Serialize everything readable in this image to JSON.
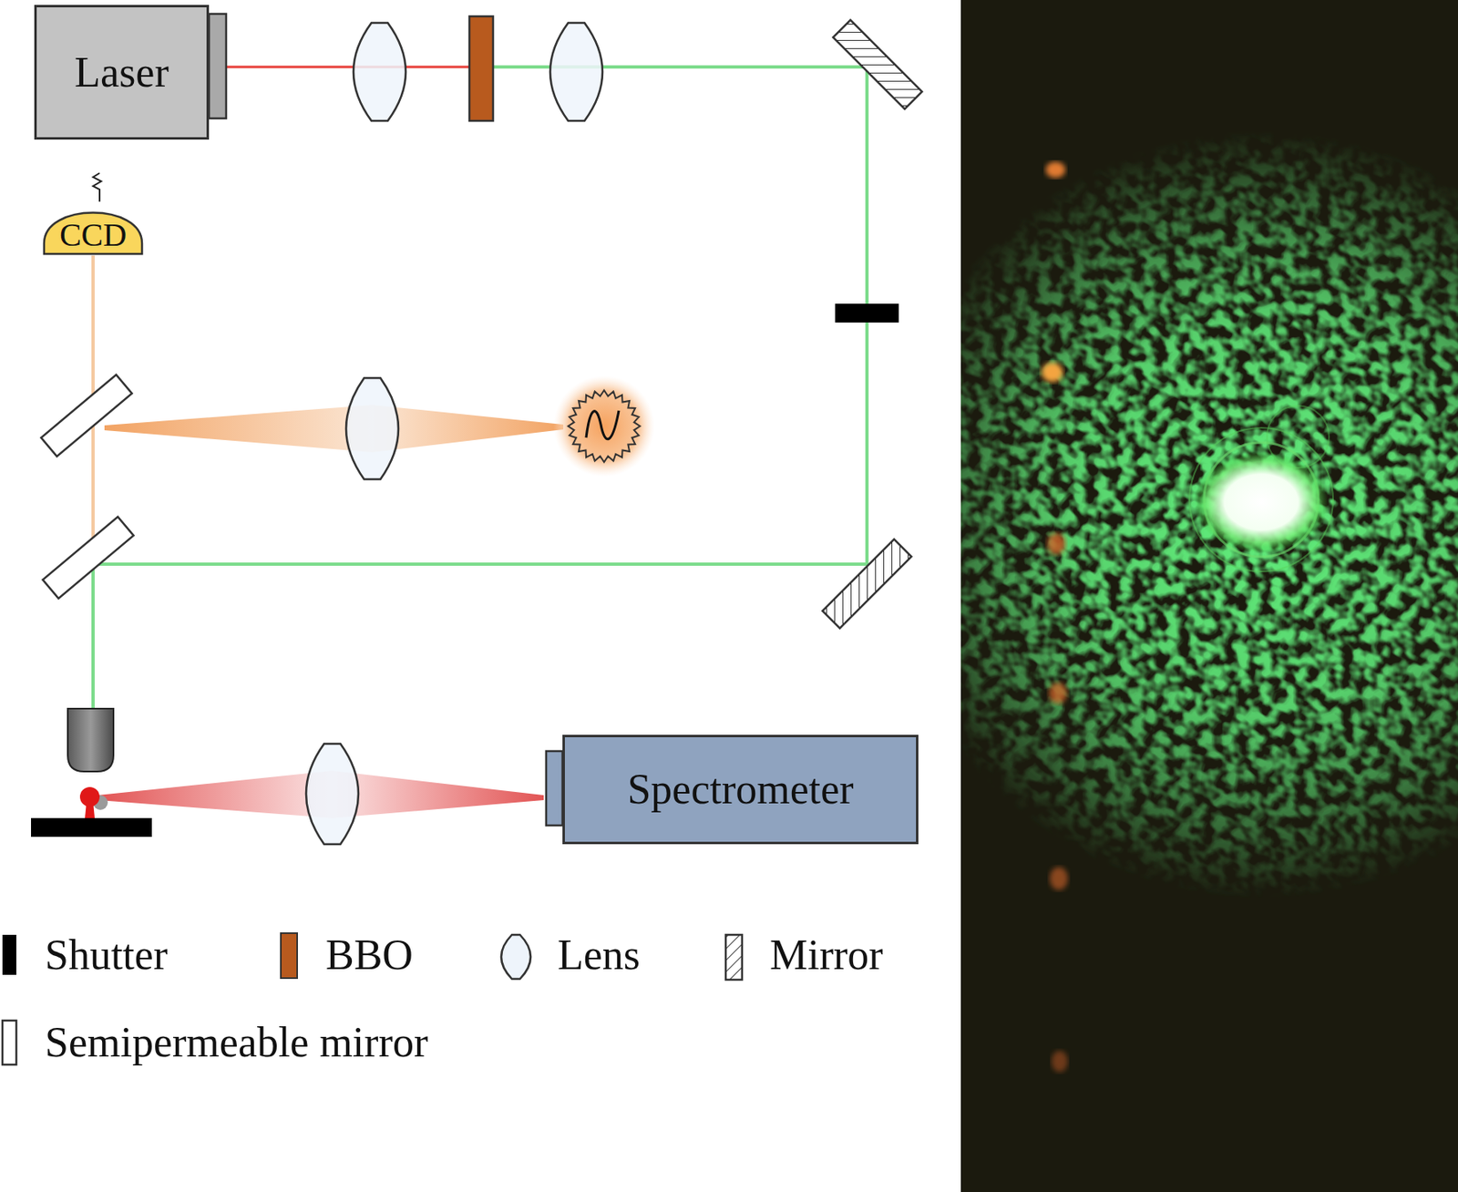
{
  "diagram": {
    "nodes": [
      {
        "text": [
          "Laser"
        ]
      },
      {
        "text": [
          "CCD"
        ]
      },
      {
        "text": [
          "Spectrometer"
        ]
      }
    ],
    "legend": [
      {
        "text": "Shutter"
      },
      {
        "text": "BBO"
      },
      {
        "text": "Lens"
      },
      {
        "text": "Mirror"
      },
      {
        "text": "Semipermeable mirror"
      }
    ]
  }
}
